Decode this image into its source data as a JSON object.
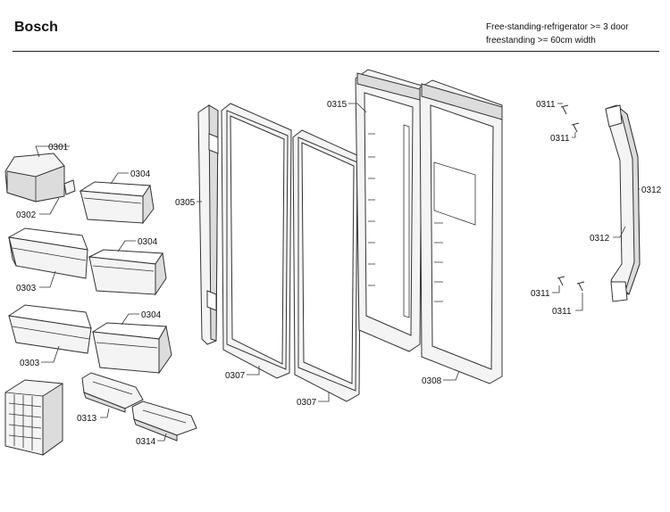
{
  "header": {
    "brand": "Bosch",
    "description_line1": "Free-standing-refrigerator >= 3 door",
    "description_line2": "freestanding >= 60cm width"
  },
  "callouts": [
    {
      "id": "c0301",
      "text": "0301"
    },
    {
      "id": "c0302",
      "text": "0302"
    },
    {
      "id": "c0304a",
      "text": "0304"
    },
    {
      "id": "c0304b",
      "text": "0304"
    },
    {
      "id": "c0304c",
      "text": "0304"
    },
    {
      "id": "c0303a",
      "text": "0303"
    },
    {
      "id": "c0303b",
      "text": "0303"
    },
    {
      "id": "c0305",
      "text": "0305"
    },
    {
      "id": "c0307a",
      "text": "0307"
    },
    {
      "id": "c0307b",
      "text": "0307"
    },
    {
      "id": "c0315",
      "text": "0315"
    },
    {
      "id": "c0308",
      "text": "0308"
    },
    {
      "id": "c0313",
      "text": "0313"
    },
    {
      "id": "c0314",
      "text": "0314"
    },
    {
      "id": "c0311a",
      "text": "0311"
    },
    {
      "id": "c0311b",
      "text": "0311"
    },
    {
      "id": "c0311c",
      "text": "0311"
    },
    {
      "id": "c0311d",
      "text": "0311"
    },
    {
      "id": "c0312a",
      "text": "0312"
    },
    {
      "id": "c0312b",
      "text": "0312"
    }
  ]
}
